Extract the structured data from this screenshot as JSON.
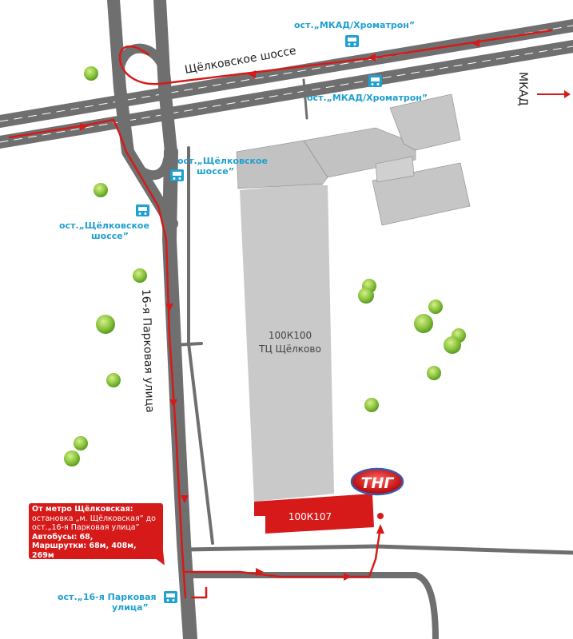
{
  "roads": {
    "shchelkovskoe": "Щёлковское шоссе",
    "parkovaya": "16-я Парковая улица",
    "mkad": "МКАД"
  },
  "stops": {
    "mkad_top": "ост.„МКАД/Хроматрон”",
    "mkad_bottom": "ост.„МКАД/Хроматрон”",
    "shch_right_l1": "ост.„Щёлковское",
    "shch_right_l2": "шоссе”",
    "shch_left_l1": "ост.„Щёлковское",
    "shch_left_l2": "шоссе”",
    "parkovaya_l1": "ост.„16-я Парковая",
    "parkovaya_l2": "улица”"
  },
  "buildings": {
    "main_code": "100К100",
    "main_name": "ТЦ Щёлково",
    "annex_code": "100К107"
  },
  "logo": "ТНГ",
  "info": {
    "title": "От метро Щёлковская:",
    "line1": "остановка „м. Щёлковская” до",
    "line2": "ост.„16-я Парковая улица”",
    "buses": "Автобусы: 68,",
    "minibus_l1": "Маршрутки: 68м, 408м,",
    "minibus_l2": "269м"
  },
  "colors": {
    "road": "#6f6f6f",
    "route": "#d61a1a",
    "building": "#c9c9c9",
    "stop": "#1ea0d0",
    "tree": "#8cc63f"
  }
}
